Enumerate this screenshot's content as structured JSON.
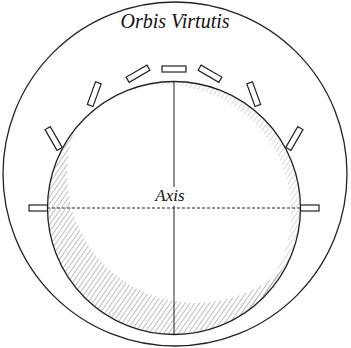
{
  "diagram": {
    "nodes": [
      {
        "text": [
          "Orbis Virtutis"
        ]
      },
      {
        "text": [
          "Axis"
        ],
        "in": 0
      }
    ]
  }
}
